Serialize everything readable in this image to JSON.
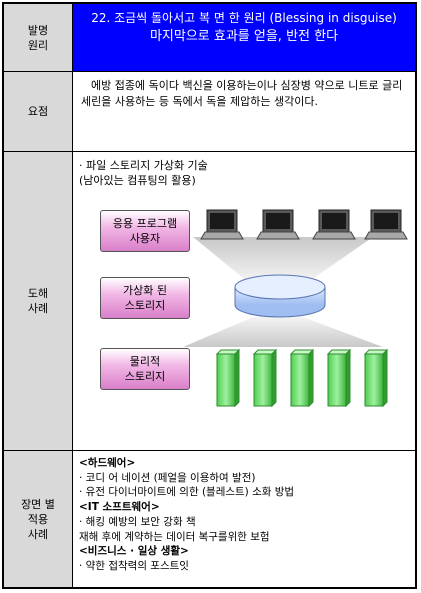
{
  "rows": {
    "row1_label": "발명\n원리",
    "row2_label": "요점",
    "row3_label": "도해\n사례",
    "row4_label": "장면 별\n적용\n사례"
  },
  "title": {
    "line1": "22. 조금씩 돌아서고 복 면 한 원리 (Blessing in disguise)",
    "line2": "마지막으로 효과를 얻을, 반전 한다"
  },
  "summary": "에방 접종에 독이다 백신을 이용하는이나 심장병 약으로 니트로 글리세린을 사용하는 등 독에서 독을 제압하는 생각이다.",
  "diagram": {
    "heading_line1": "· 파일 스토리지 가상화 기술",
    "heading_line2": "(남아있는 컴퓨팅의 활용)",
    "box_users_l1": "응용 프로그램",
    "box_users_l2": "사용자",
    "box_virtual_l1": "가상화 된",
    "box_virtual_l2": "스토리지",
    "box_physical_l1": "물리적",
    "box_physical_l2": "스토리지",
    "colors": {
      "box_pink": "#e89ad8",
      "disk_blue": "#a8c4f0",
      "rack_green": "#7ee27e",
      "title_blue": "#0000ff"
    }
  },
  "cases": {
    "hw_title": "<하드웨어>",
    "hw_item1": "· 코디 어 네이션 (페얼을 이용하여 발전)",
    "hw_item2": "· 유전 다이너마이트에 의한 (블레스트) 소화 방법",
    "it_title": "<IT 소프트웨어>",
    "it_item1": "· 해킹 예방의 보안 강화 책",
    "it_item2": "재해 후에 계약하는 데이터 복구를위한 보험",
    "biz_title": "<비즈니스 · 일상 생활>",
    "biz_item1": "· 약한 접착력의 포스트잇"
  }
}
